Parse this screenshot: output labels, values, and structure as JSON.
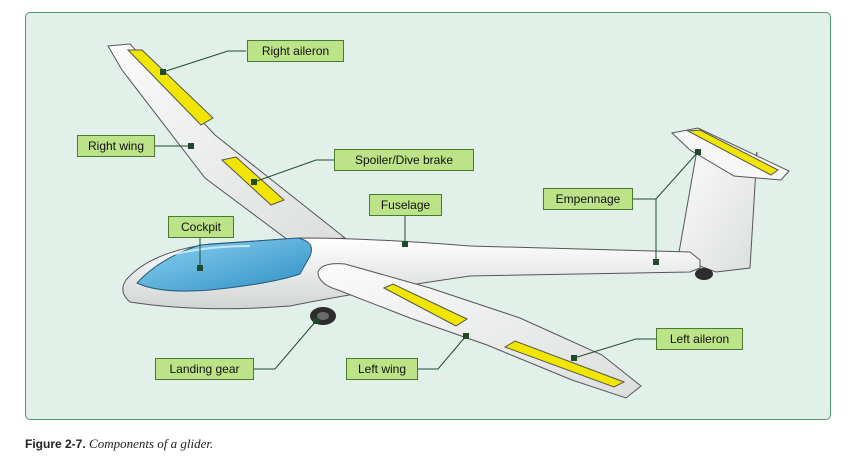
{
  "labels": {
    "right_aileron": "Right aileron",
    "right_wing": "Right wing",
    "spoiler_dive_brake": "Spoiler/Dive brake",
    "fuselage": "Fuselage",
    "cockpit": "Cockpit",
    "empennage": "Empennage",
    "left_aileron": "Left aileron",
    "landing_gear": "Landing gear",
    "left_wing": "Left wing"
  },
  "caption": {
    "figure": "Figure 2-7.",
    "text": "Components of a glider."
  },
  "colors": {
    "background_panel": "#e1f1ea",
    "label_fill": "#bde389",
    "airframe": "#f3f3f3",
    "control_surfaces": "#f1e600",
    "canopy": "#4aa7d6",
    "leader_lines": "#1f4a2c"
  }
}
